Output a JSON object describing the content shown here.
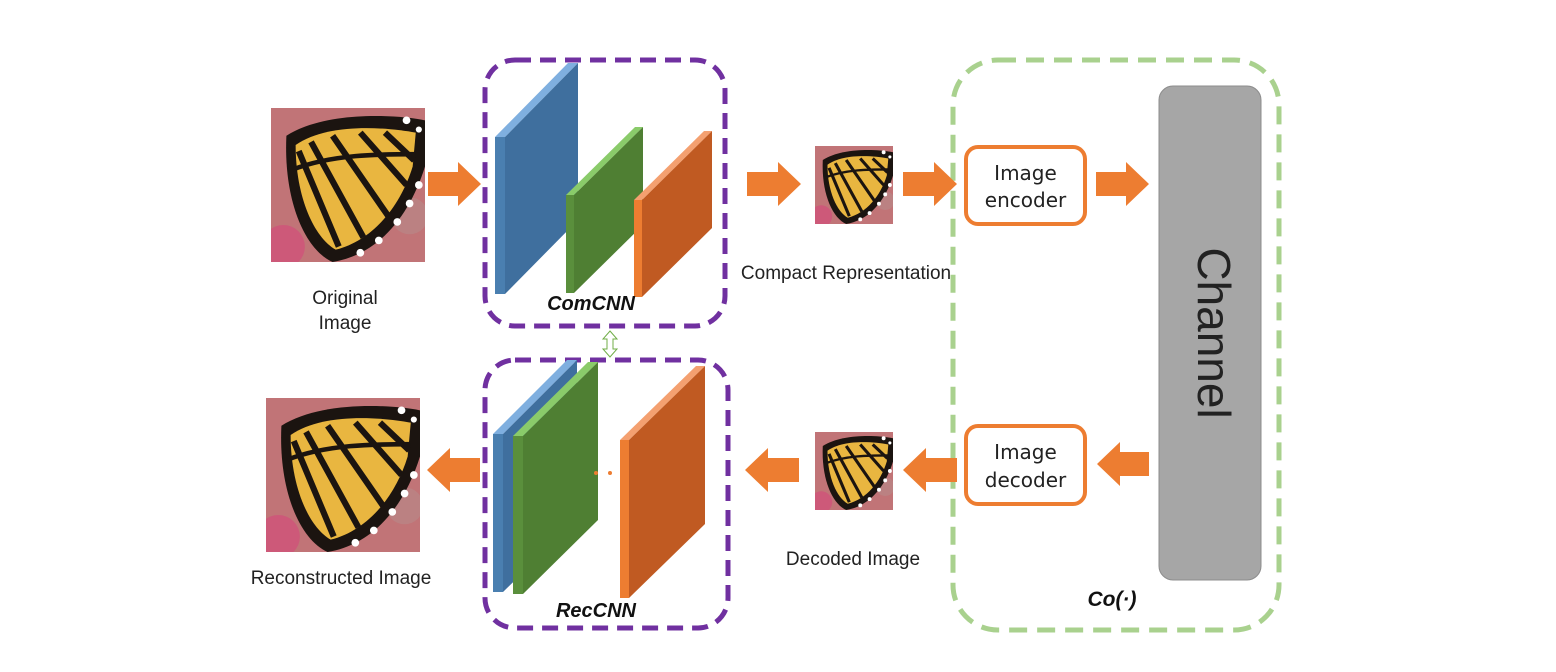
{
  "labels": {
    "original_image": [
      "Original",
      "Image"
    ],
    "reconstructed_image": "Reconstructed Image",
    "compact_representation": "Compact Representation",
    "decoded_image": "Decoded Image",
    "comcnn": "ComCNN",
    "reccnn": "RecCNN",
    "codec": "Co(·)"
  },
  "boxes": {
    "image_encoder": [
      "Image",
      "encoder"
    ],
    "image_decoder": [
      "Image",
      "decoder"
    ],
    "channel": "Channel"
  },
  "colors": {
    "arrow": "#ED7D31",
    "cnn_border": "#7030A0",
    "codec_border": "#A9D18E",
    "layer_blue": "#4A7FB0",
    "layer_green": "#5A8F3C",
    "layer_orange": "#C8602A",
    "channel_fill": "#A6A6A6",
    "box_border": "#ED7D31"
  },
  "icons": [
    "butterfly-image",
    "layer-slab",
    "double-arrow-icon",
    "right-arrow",
    "left-arrow"
  ]
}
